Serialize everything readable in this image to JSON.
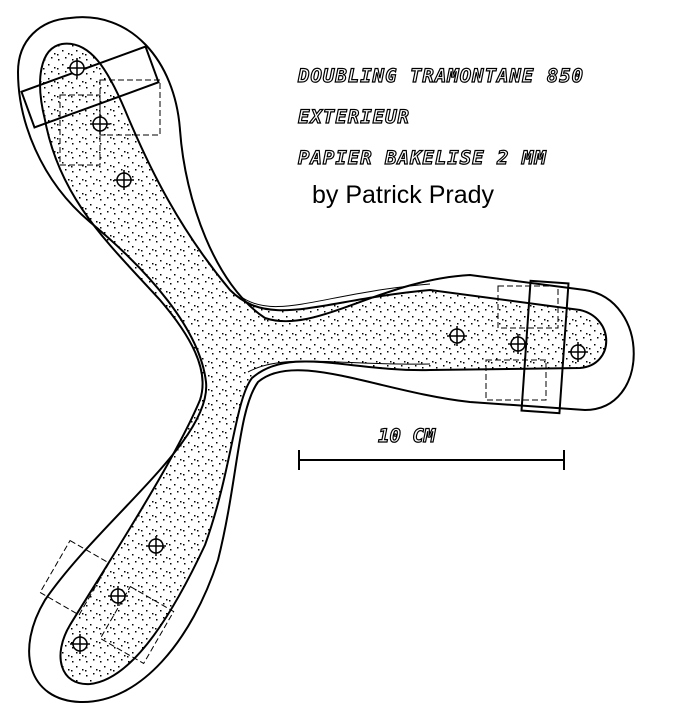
{
  "title": {
    "line1": "DOUBLING TRAMONTANE 850",
    "line2": "EXTERIEUR",
    "line3": "PAPIER BAKELISE 2 MM",
    "author": "by Patrick Prady"
  },
  "scale_bar": {
    "label": "10 CM",
    "length_cm": 10
  },
  "colors": {
    "ink": "#000000",
    "background": "#ffffff"
  }
}
